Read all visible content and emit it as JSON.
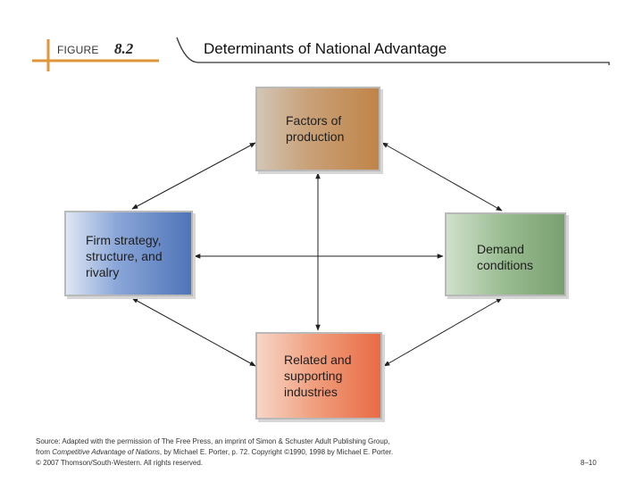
{
  "header": {
    "figure_label": "FIGURE",
    "figure_number": "8.2",
    "title": "Determinants of National Advantage",
    "accent_color": "#e0963a"
  },
  "diagram": {
    "boxes": {
      "factors": {
        "label": "Factors of\nproduction",
        "color": "#c08448"
      },
      "firm": {
        "label": "Firm strategy,\nstructure, and\nrivalry",
        "color": "#4f74b8"
      },
      "demand": {
        "label": "Demand\nconditions",
        "color": "#7aa070"
      },
      "related": {
        "label": "Related and\nsupporting\nindustries",
        "color": "#e96b45"
      }
    }
  },
  "footer": {
    "source_line1": "Source: Adapted with the permission of The Free Press, an imprint of Simon & Schuster Adult Publishing Group,",
    "source_line2_prefix": "from ",
    "source_line2_italic": "Competitive Advantage of Nations",
    "source_line2_suffix": ", by Michael E. Porter, p. 72. Copyright ©1990, 1998 by Michael E. Porter.",
    "copyright": "© 2007 Thomson/South-Western. All rights reserved.",
    "page_number": "8–10"
  }
}
